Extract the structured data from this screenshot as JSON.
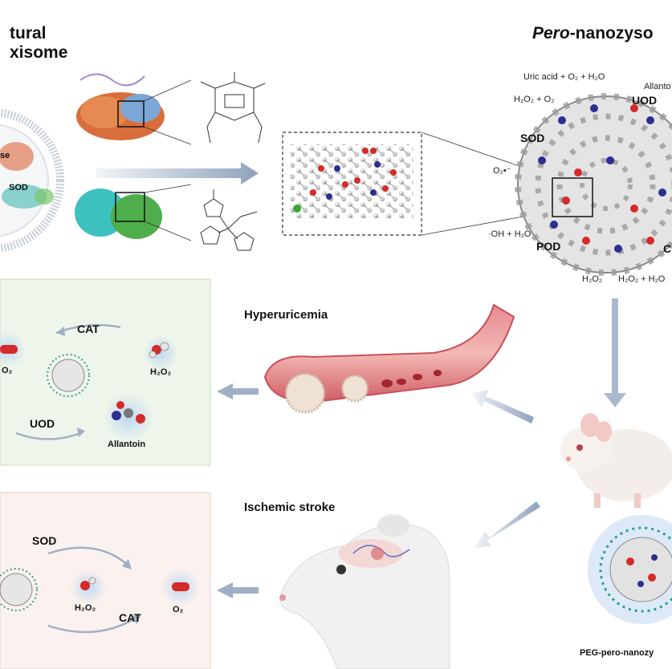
{
  "header": {
    "natural_line1": "tural",
    "natural_line2": "xisome",
    "pero_prefix": "Pero",
    "pero_rest": "-nanozyso"
  },
  "enzymes": {
    "sod_left": "SOD",
    "se_left": "se"
  },
  "nanozyme_labels": {
    "sod": "SOD",
    "uod": "UOD",
    "pod": "POD",
    "c": "C",
    "uric_acid": "Uric acid + O₂ + H₂O",
    "allanto": "Allanto",
    "h2o2_o2": "H₂O₂ + O₂",
    "o2_radical": "O₂•⁻",
    "oh_h2o": "·OH + H₂O",
    "h2o2": "H₂O₂",
    "h2o2_h2o": "H₂O₂ + H₂O"
  },
  "hyperuricemia": {
    "title": "Hyperuricemia",
    "cat": "CAT",
    "uod": "UOD",
    "o2": "O₂",
    "h2o2": "H₂O₂",
    "allantoin": "Allantoin"
  },
  "stroke": {
    "title": "Ischemic stroke",
    "sod": "SOD",
    "cat": "CAT",
    "h2o2": "H₂O₂",
    "o2": "O₂"
  },
  "peg_label": "PEG-pero-nanozy",
  "colors": {
    "panel_green": "#eef5ea",
    "panel_pink": "#fbf1ee",
    "vessel": "#d9646c",
    "arrow": "#9fb0c6",
    "red_atom": "#d32a2a",
    "blue_atom": "#2b2f8f",
    "grey_atom": "#b9b9b9"
  }
}
